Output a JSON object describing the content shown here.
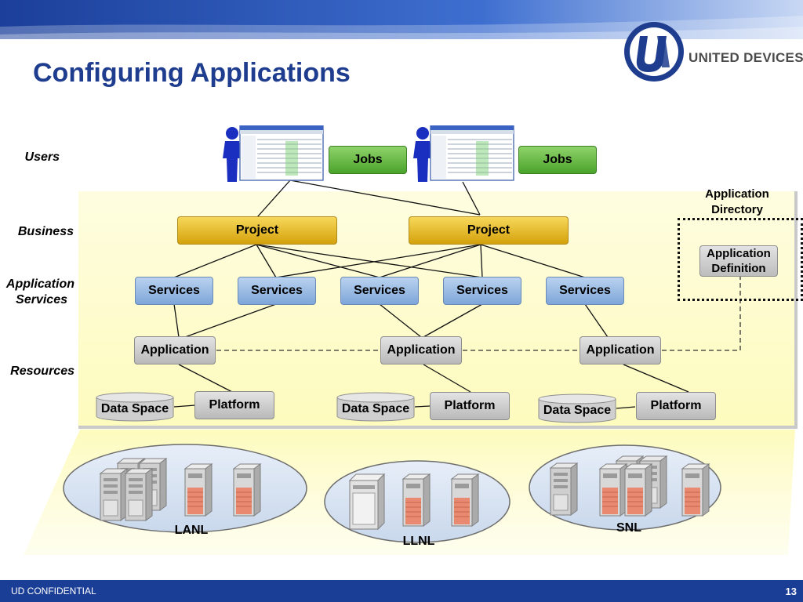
{
  "slide": {
    "title": "Configuring Applications",
    "logo_text": "UNITED DEVICES™",
    "footer_left": "UD CONFIDENTIAL",
    "page_number": "13"
  },
  "layers": {
    "users": "Users",
    "business": "Business",
    "application_services_line1": "Application",
    "application_services_line2": "Services",
    "resources": "Resources"
  },
  "boxes": {
    "jobs": [
      "Jobs",
      "Jobs"
    ],
    "projects": [
      "Project",
      "Project"
    ],
    "services": [
      "Services",
      "Services",
      "Services",
      "Services",
      "Services"
    ],
    "applications": [
      "Application",
      "Application",
      "Application"
    ],
    "data_spaces": [
      "Data Space",
      "Data Space",
      "Data Space"
    ],
    "platforms": [
      "Platform",
      "Platform",
      "Platform"
    ]
  },
  "directory": {
    "label_line1": "Application",
    "label_line2": "Directory",
    "definition_line1": "Application",
    "definition_line2": "Definition"
  },
  "sites": [
    "LANL",
    "LLNL",
    "SNL"
  ],
  "colors": {
    "title": "#1f3d8f",
    "footer": "#1a3d96",
    "jobs": "#4aa32b",
    "project": "#d4a10b",
    "services": "#7ea6d9",
    "panel": "#fdfbbd"
  }
}
